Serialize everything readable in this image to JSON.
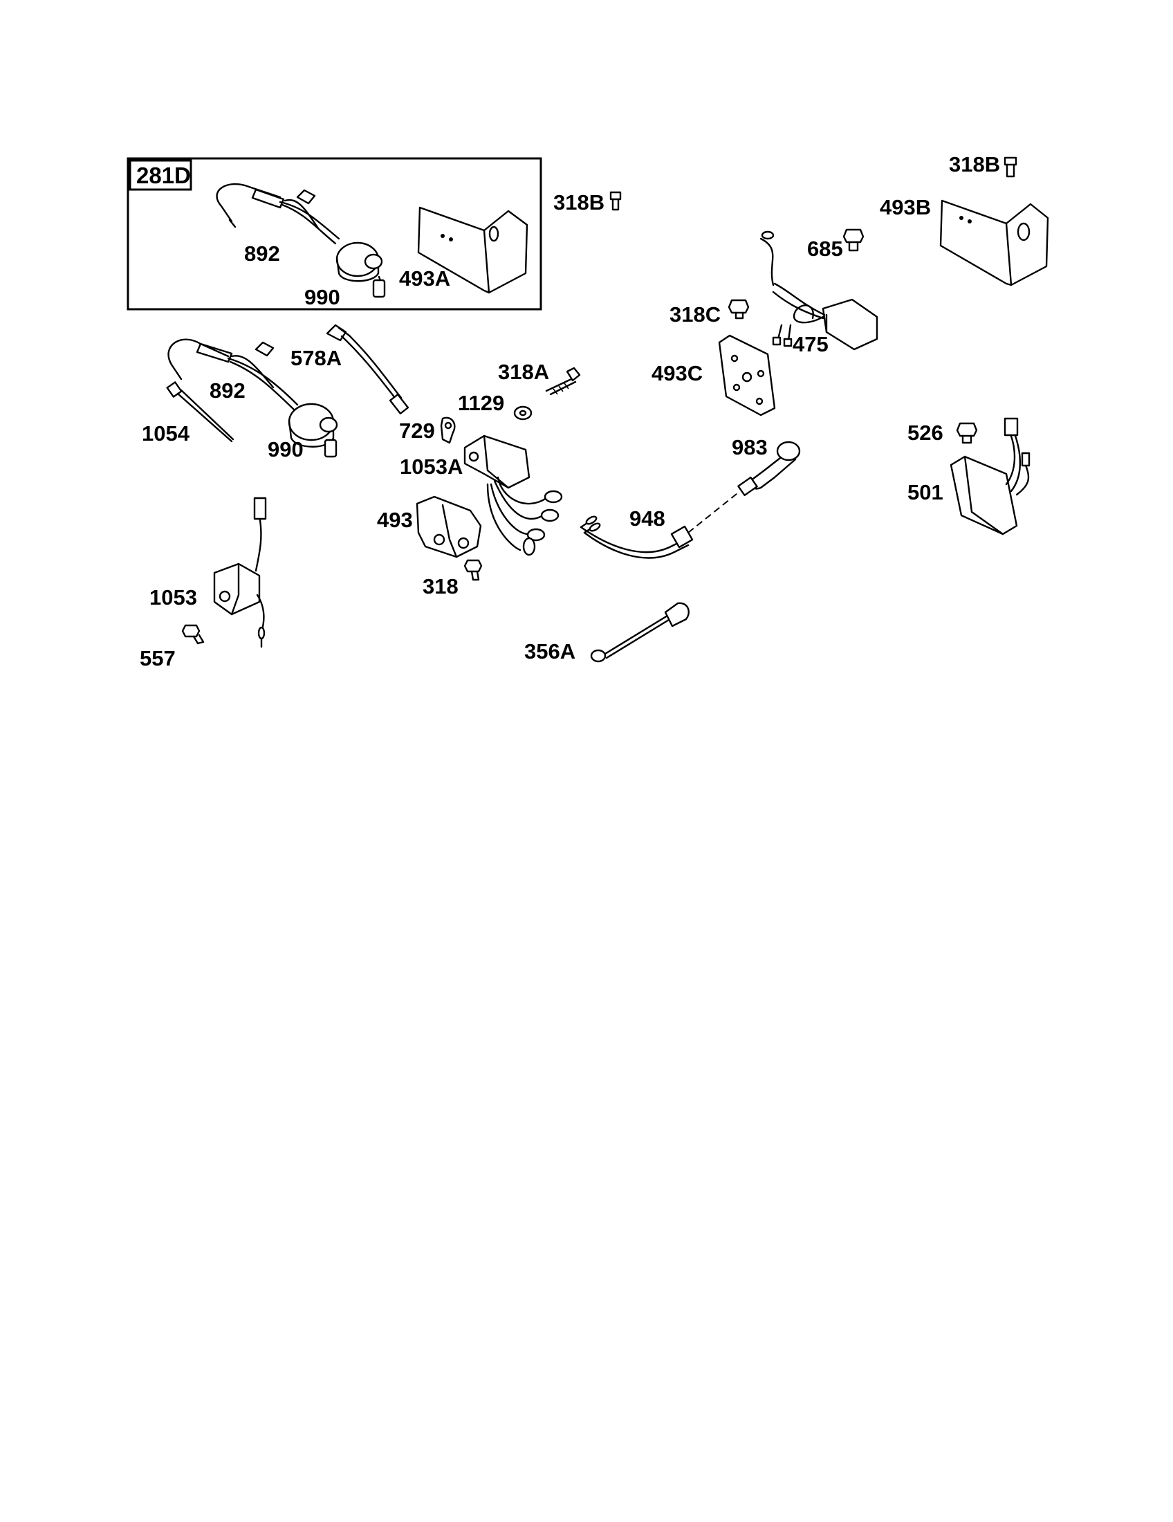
{
  "diagram": {
    "kit_label": "281D",
    "labels": {
      "kit_892": "892",
      "kit_990": "990",
      "kit_493A": "493A",
      "top_318B": "318B",
      "right_318B": "318B",
      "right_493B": "493B",
      "p685": "685",
      "p318C": "318C",
      "p475": "475",
      "p493C": "493C",
      "p578A": "578A",
      "p892": "892",
      "p1054": "1054",
      "p990": "990",
      "p318A": "318A",
      "p1129": "1129",
      "p729": "729",
      "p1053A": "1053A",
      "p493": "493",
      "p318": "318",
      "p983": "983",
      "p948": "948",
      "p526": "526",
      "p501": "501",
      "p1053": "1053",
      "p557": "557",
      "p356A": "356A"
    }
  }
}
